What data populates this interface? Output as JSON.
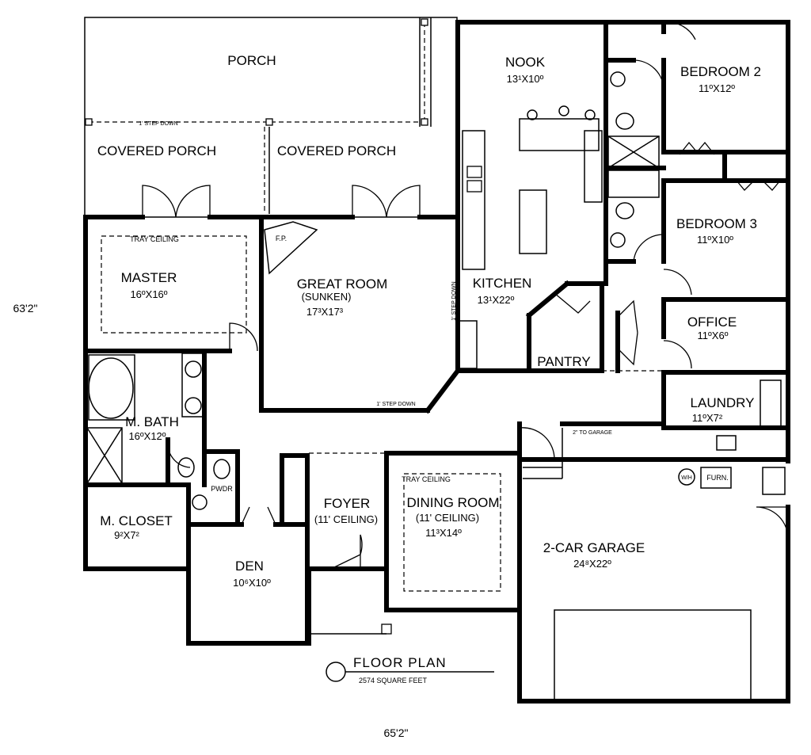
{
  "rooms": {
    "porch": {
      "label": "PORCH"
    },
    "covered_porch_left": {
      "label": "COVERED PORCH"
    },
    "covered_porch_right": {
      "label": "COVERED PORCH"
    },
    "nook": {
      "label": "NOOK",
      "dims": "13¹X10º"
    },
    "bedroom2": {
      "label": "BEDROOM 2",
      "dims": "11ºX12º"
    },
    "bedroom3": {
      "label": "BEDROOM 3",
      "dims": "11ºX10º"
    },
    "master": {
      "label": "MASTER",
      "dims": "16ºX16º",
      "note": "TRAY CEILING"
    },
    "great_room": {
      "label": "GREAT ROOM",
      "sub": "(SUNKEN)",
      "dims": "17³X17³"
    },
    "kitchen": {
      "label": "KITCHEN",
      "dims": "13¹X22º"
    },
    "pantry": {
      "label": "PANTRY"
    },
    "office": {
      "label": "OFFICE",
      "dims": "11ºX6º"
    },
    "laundry": {
      "label": "LAUNDRY",
      "dims": "11ºX7²"
    },
    "m_bath": {
      "label": "M. BATH",
      "dims": "16ºX12º"
    },
    "m_closet": {
      "label": "M. CLOSET",
      "dims": "9²X7²"
    },
    "pwdr": {
      "label": "PWDR"
    },
    "den": {
      "label": "DEN",
      "dims": "10⁶X10º"
    },
    "foyer": {
      "label": "FOYER",
      "sub": "(11' CEILING)"
    },
    "dining": {
      "label": "DINING ROOM",
      "sub": "(11' CEILING)",
      "dims": "11³X14º",
      "note": "TRAY CEILING"
    },
    "garage": {
      "label": "2-CAR GARAGE",
      "dims": "24⁸X22º"
    }
  },
  "fixtures": {
    "fp": "F.P.",
    "furn": "FURN.",
    "wh": "W/H"
  },
  "notes": {
    "step_down_porch": "1' STEP DOWN",
    "step_down_great": "1' STEP DOWN",
    "step_down_kitchen": "1' STEP DOWN",
    "steps_garage": "2\" TO GARAGE"
  },
  "dimensions": {
    "depth": "63'2\"",
    "width": "65'2\""
  },
  "title": {
    "heading": "FLOOR PLAN",
    "area": "2574 SQUARE FEET"
  }
}
